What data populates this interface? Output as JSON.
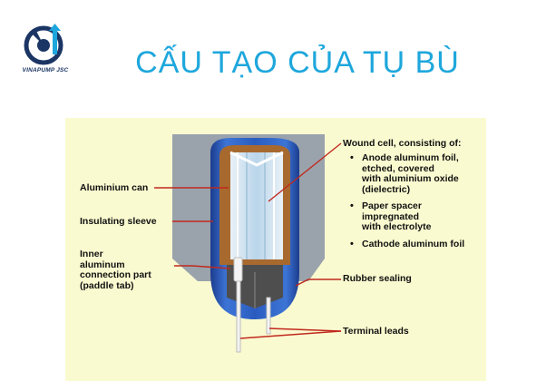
{
  "brand": {
    "name": "VINAPUMP JSC",
    "logo_icon": "vinapump-logo-icon"
  },
  "title": "CẤU TẠO CỦA TỤ BÙ",
  "colors": {
    "title": "#1ea7dc",
    "panel_bg": "#fafad0",
    "leader_line": "#c0291d",
    "can_blue": "#2553b3"
  },
  "diagram": {
    "labels_left": {
      "aluminium_can": "Aluminium can",
      "insulating_sleeve": "Insulating sleeve",
      "inner_connection": "Inner\naluminum\nconnection part\n(paddle tab)"
    },
    "labels_right": {
      "wound_cell_heading": "Wound cell, consisting of:",
      "wound_cell_items": [
        "Anode aluminum foil,\netched, covered\nwith aluminium oxide\n(dielectric)",
        "Paper spacer\nimpregnated\nwith electrolyte",
        "Cathode aluminum foil"
      ],
      "rubber_sealing": "Rubber sealing",
      "terminal_leads": "Terminal leads"
    }
  }
}
